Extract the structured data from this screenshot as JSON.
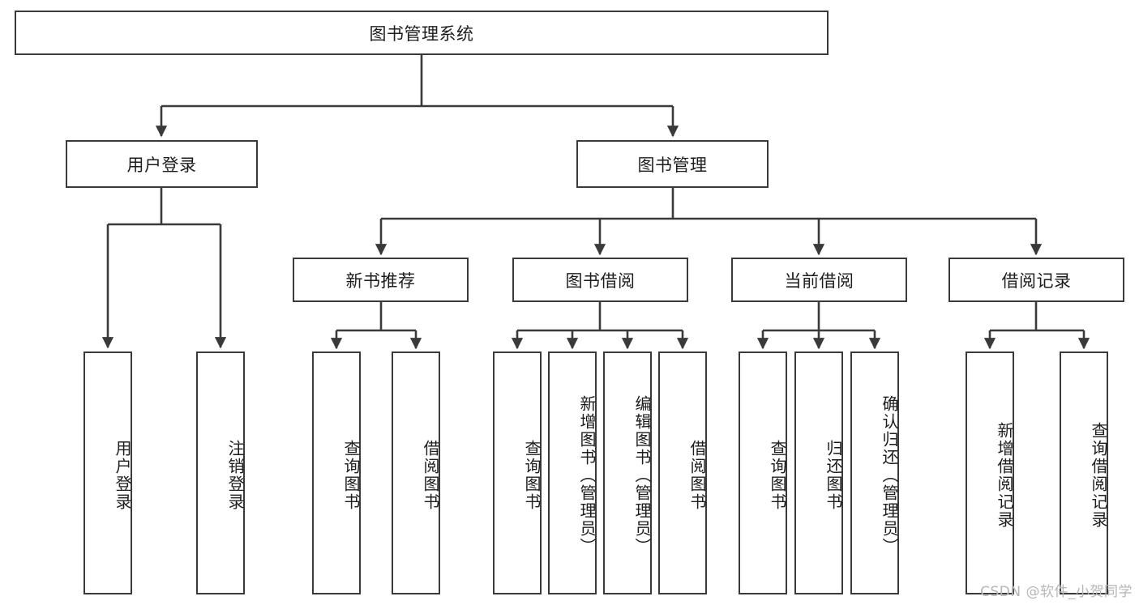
{
  "diagram": {
    "title": "图书管理系统",
    "watermark": "CSDN @软件_小贺同学",
    "colors": {
      "stroke": "#3a3a3a",
      "fill": "#ffffff",
      "text": "#1d1d1d",
      "watermark": "#b6b6b6"
    },
    "root": {
      "label": "图书管理系统"
    },
    "level2": [
      {
        "label": "用户登录"
      },
      {
        "label": "图书管理"
      }
    ],
    "level3": [
      {
        "label": "新书推荐"
      },
      {
        "label": "图书借阅"
      },
      {
        "label": "当前借阅"
      },
      {
        "label": "借阅记录"
      }
    ],
    "leaves": {
      "user_login": [
        {
          "label": "用户登录"
        },
        {
          "label": "注销登录"
        }
      ],
      "new_book": [
        {
          "label": "查询图书"
        },
        {
          "label": "借阅图书"
        }
      ],
      "book_borrow": [
        {
          "label": "查询图书"
        },
        {
          "label": "新增图书（管理员）"
        },
        {
          "label": "编辑图书（管理员）"
        },
        {
          "label": "借阅图书"
        }
      ],
      "current_borrow": [
        {
          "label": "查询图书"
        },
        {
          "label": "归还图书"
        },
        {
          "label": "确认归还（管理员）"
        }
      ],
      "borrow_record": [
        {
          "label": "新增借阅记录"
        },
        {
          "label": "查询借阅记录"
        }
      ]
    }
  }
}
